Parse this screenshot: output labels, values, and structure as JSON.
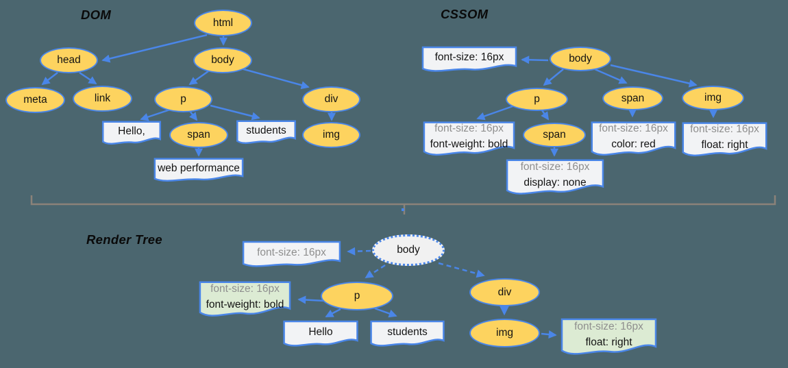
{
  "colors": {
    "background": "#4b666f",
    "node_fill_yellow": "#fdd35f",
    "node_border_blue": "#4a86e8",
    "arrow_blue": "#4a86e8",
    "doc_box_fill": "#f2f3f5",
    "doc_box_green_fill": "#dcebd3",
    "render_body_fill": "#f1f1f1",
    "muted_text": "#8e8e8e",
    "bracket_gray": "#8b8279"
  },
  "dom": {
    "title": "DOM",
    "nodes": {
      "html": "html",
      "head": "head",
      "body": "body",
      "meta": "meta",
      "link": "link",
      "p": "p",
      "div": "div",
      "span": "span",
      "img": "img"
    },
    "text_boxes": {
      "hello": "Hello,",
      "students": "students",
      "web_performance": "web performance"
    }
  },
  "cssom": {
    "title": "CSSOM",
    "nodes": {
      "body": "body",
      "p": "p",
      "span_red": "span",
      "img": "img",
      "span_none": "span"
    },
    "style_boxes": {
      "body": {
        "line1": "font-size: 16px"
      },
      "p": {
        "line1": "font-size: 16px",
        "line2": "font-weight: bold"
      },
      "span_red": {
        "line1": "font-size: 16px",
        "line2": "color: red"
      },
      "img": {
        "line1": "font-size: 16px",
        "line2": "float: right"
      },
      "span_none": {
        "line1": "font-size: 16px",
        "line2": "display: none"
      }
    }
  },
  "render_tree": {
    "title": "Render Tree",
    "nodes": {
      "body": "body",
      "p": "p",
      "div": "div",
      "img": "img"
    },
    "text_boxes": {
      "hello": "Hello",
      "students": "students"
    },
    "style_boxes": {
      "body": {
        "line1": "font-size: 16px"
      },
      "p": {
        "line1": "font-size: 16px",
        "line2": "font-weight: bold"
      },
      "img": {
        "line1": "font-size: 16px",
        "line2": "float: right"
      }
    }
  }
}
